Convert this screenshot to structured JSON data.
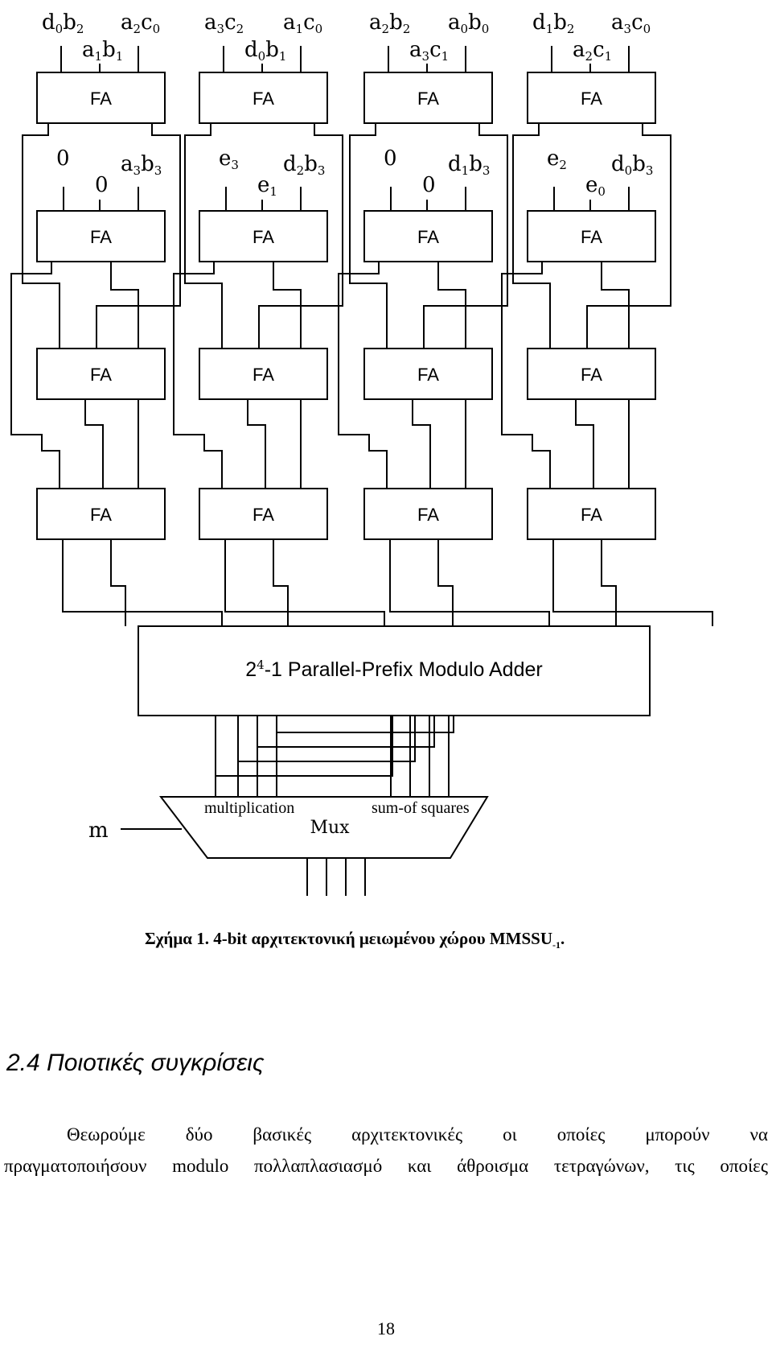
{
  "diagram": {
    "fa_label": "FA",
    "top_inputs": [
      {
        "t1": "d",
        "s1": "0",
        "t2": "b",
        "s2": "2"
      },
      {
        "t1": "a",
        "s1": "1",
        "t2": "b",
        "s2": "1"
      },
      {
        "t1": "a",
        "s1": "2",
        "t2": "c",
        "s2": "0"
      },
      {
        "t1": "a",
        "s1": "3",
        "t2": "c",
        "s2": "2"
      },
      {
        "t1": "d",
        "s1": "0",
        "t2": "b",
        "s2": "1"
      },
      {
        "t1": "a",
        "s1": "1",
        "t2": "c",
        "s2": "0"
      },
      {
        "t1": "a",
        "s1": "2",
        "t2": "b",
        "s2": "2"
      },
      {
        "t1": "a",
        "s1": "3",
        "t2": "c",
        "s2": "1"
      },
      {
        "t1": "a",
        "s1": "0",
        "t2": "b",
        "s2": "0"
      },
      {
        "t1": "d",
        "s1": "1",
        "t2": "b",
        "s2": "2"
      },
      {
        "t1": "a",
        "s1": "2",
        "t2": "c",
        "s2": "1"
      },
      {
        "t1": "a",
        "s1": "3",
        "t2": "c",
        "s2": "0"
      }
    ],
    "row2_inputs": [
      {
        "t1": "0",
        "s1": "",
        "t2": "",
        "s2": ""
      },
      {
        "t1": "0",
        "s1": "",
        "t2": "",
        "s2": ""
      },
      {
        "t1": "a",
        "s1": "3",
        "t2": "b",
        "s2": "3"
      },
      {
        "t1": "e",
        "s1": "3",
        "t2": "",
        "s2": ""
      },
      {
        "t1": "e",
        "s1": "1",
        "t2": "",
        "s2": ""
      },
      {
        "t1": "d",
        "s1": "2",
        "t2": "b",
        "s2": "3"
      },
      {
        "t1": "0",
        "s1": "",
        "t2": "",
        "s2": ""
      },
      {
        "t1": "0",
        "s1": "",
        "t2": "",
        "s2": ""
      },
      {
        "t1": "d",
        "s1": "1",
        "t2": "b",
        "s2": "3"
      },
      {
        "t1": "e",
        "s1": "2",
        "t2": "",
        "s2": ""
      },
      {
        "t1": "e",
        "s1": "0",
        "t2": "",
        "s2": ""
      },
      {
        "t1": "d",
        "s1": "0",
        "t2": "b",
        "s2": "3"
      }
    ],
    "adder": {
      "base": "2",
      "exp": "4",
      "rest": "-1 Parallel-Prefix Modulo Adder"
    },
    "mux": {
      "label": "Mux",
      "left_label": "multiplication",
      "right_label": "sum-of squares",
      "select": "m"
    }
  },
  "caption": {
    "main": "Σχήμα 1. 4-bit αρχιτεκτονική μειωμένου χώρου MMSSU",
    "sub": "-1",
    "end": "."
  },
  "section_heading": "2.4 Ποιοτικές συγκρίσεις",
  "paragraph": {
    "line1": [
      "Θεωρούμε",
      "δύο",
      "βασικές",
      "αρχιτεκτονικές",
      "οι",
      "οποίες",
      "μπορούν",
      "να"
    ],
    "line2": [
      "πραγματοποιήσουν",
      "modulo",
      "πολλαπλασιασμό",
      "και",
      "άθροισμα",
      "τετραγώνων,",
      "τις",
      "οποίες"
    ]
  },
  "page_number": "18"
}
